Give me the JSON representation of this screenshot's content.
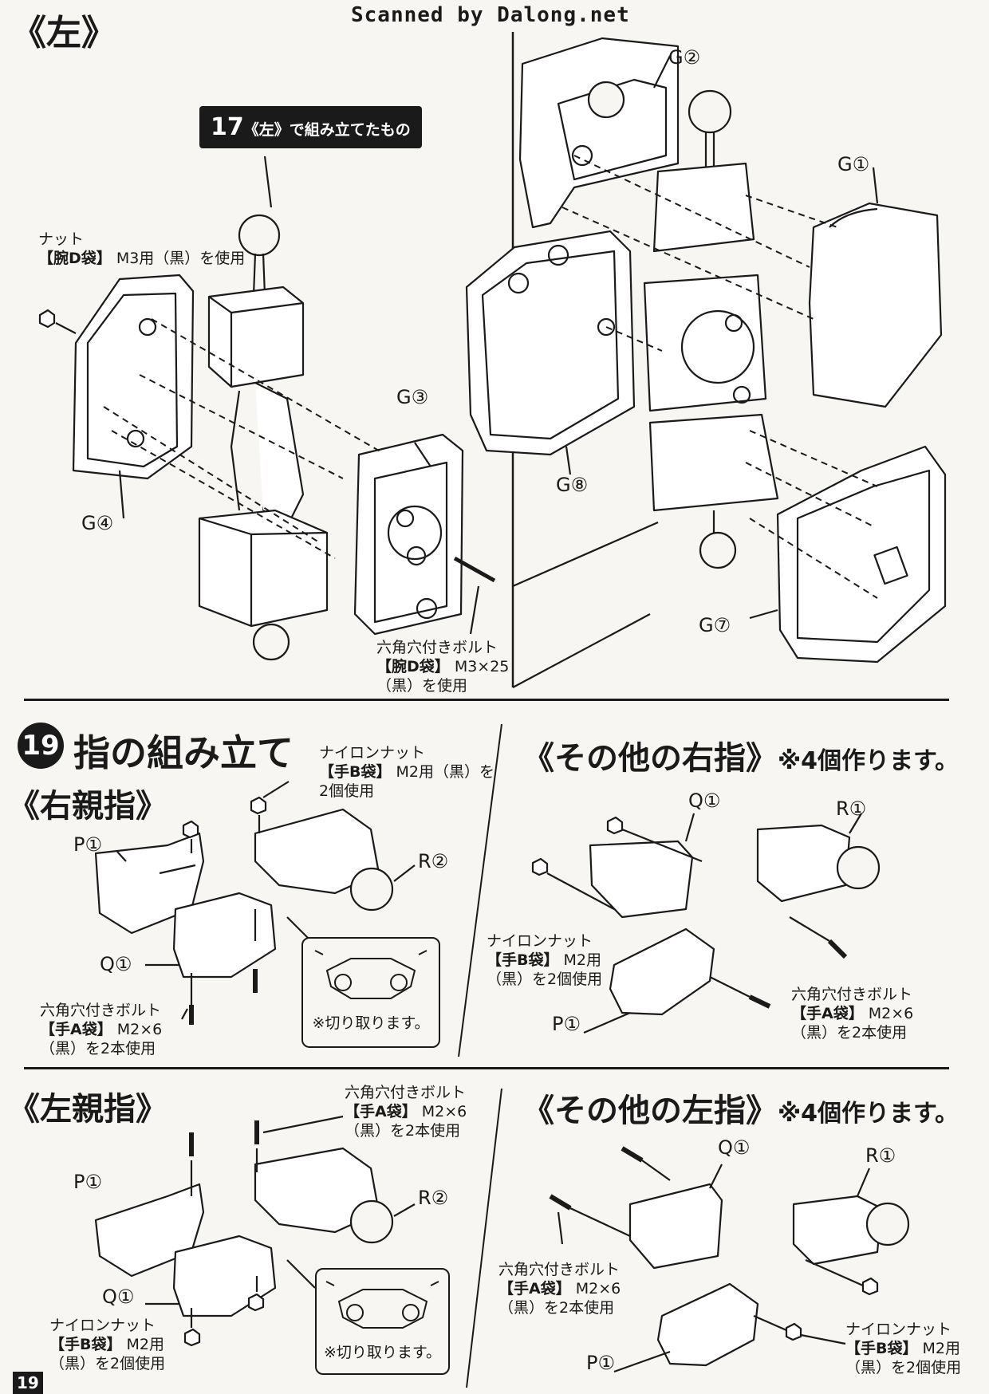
{
  "scanner": "Scanned by Dalong.net",
  "top": {
    "section_label": "《左》",
    "callout_num": "17",
    "callout_rest": "《左》で組み立てたもの",
    "nut_label": [
      "ナット",
      "【腕D袋】",
      " M3用（黒）を使用"
    ],
    "bolt_label": [
      "六角穴付きボルト",
      "【腕D袋】",
      " M3×25",
      "（黒）を使用"
    ],
    "parts": {
      "g1": "G①",
      "g2": "G②",
      "g3": "G③",
      "g4": "G④",
      "g7": "G⑦",
      "g8": "G⑧"
    }
  },
  "step19": {
    "number": "19",
    "title": "指の組み立て",
    "nylon_nut_top": [
      "ナイロンナット",
      "【手B袋】",
      " M2用（黒）を",
      "2個使用"
    ],
    "right_thumb": {
      "title": "《右親指》",
      "p1": "P①",
      "q1": "Q①",
      "r2": "R②",
      "bolt": [
        "六角穴付きボルト",
        "【手A袋】",
        " M2×6",
        "（黒）を2本使用"
      ],
      "cut_note": "※切り取ります。"
    },
    "other_right": {
      "title": "《その他の右指》",
      "note": "※4個作ります。",
      "q1": "Q①",
      "r1": "R①",
      "p1": "P①",
      "nut": [
        "ナイロンナット",
        "【手B袋】",
        " M2用",
        "（黒）を2個使用"
      ],
      "bolt": [
        "六角穴付きボルト",
        "【手A袋】",
        " M2×6",
        "（黒）を2本使用"
      ]
    },
    "left_thumb": {
      "title": "《左親指》",
      "p1": "P①",
      "q1": "Q①",
      "r2": "R②",
      "bolt": [
        "六角穴付きボルト",
        "【手A袋】",
        " M2×6",
        "（黒）を2本使用"
      ],
      "nut": [
        "ナイロンナット",
        "【手B袋】",
        " M2用",
        "（黒）を2個使用"
      ],
      "cut_note": "※切り取ります。"
    },
    "other_left": {
      "title": "《その他の左指》",
      "note": "※4個作ります。",
      "q1": "Q①",
      "r1": "R①",
      "p1": "P①",
      "bolt": [
        "六角穴付きボルト",
        "【手A袋】",
        " M2×6",
        "（黒）を2本使用"
      ],
      "nut": [
        "ナイロンナット",
        "【手B袋】",
        " M2用",
        "（黒）を2個使用"
      ]
    }
  },
  "page_number": "19"
}
